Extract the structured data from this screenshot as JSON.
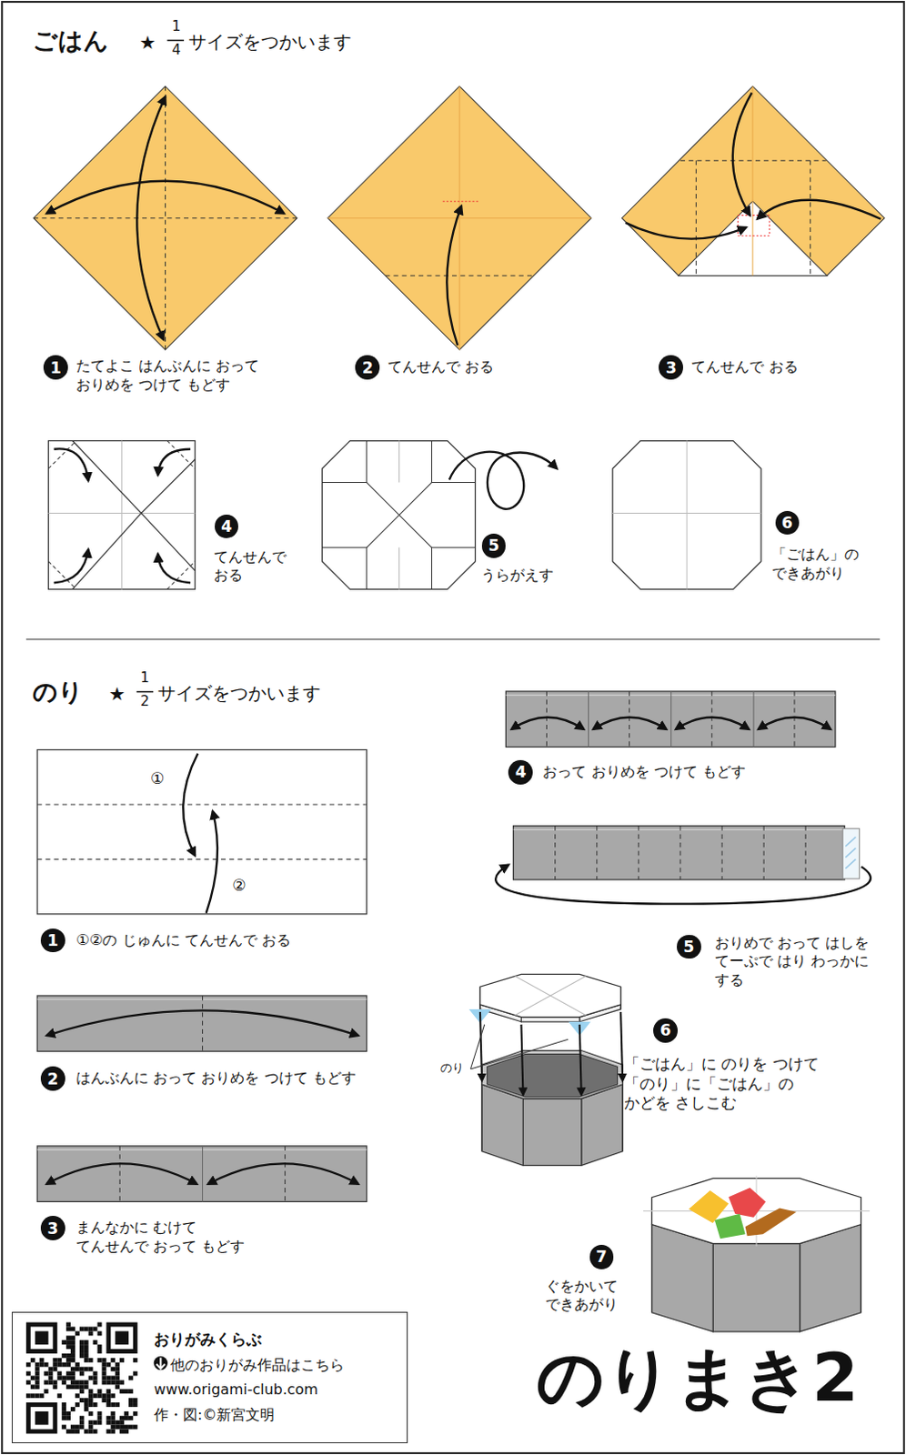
{
  "diagram": {
    "title": "のりまき2",
    "nodes": [
      {
        "text": [
          "おりがみくらぶ",
          "他のおりがみ作品はこちら",
          "www.origami-club.com",
          "作・図:©新宮文明"
        ]
      }
    ],
    "labels": [
      "ごはん",
      "★",
      "1",
      "4",
      "サイズをつかいます",
      "1",
      "たてよこ はんぶんに おって おりめを つけて もどす",
      "2",
      "てんせんで おる",
      "3",
      "てんせんで おる",
      "4",
      "てんせんで おる",
      "5",
      "うらがえす",
      "6",
      "「ごはん」の できあがり",
      "のり",
      "★",
      "1",
      "2",
      "サイズをつかいます",
      "①",
      "②",
      "1",
      "①②の じゅんに てんせんで おる",
      "2",
      "はんぶんに おって おりめを つけて もどす",
      "3",
      "まんなかに むけて てんせんで おって もどす",
      "4",
      "おって おりめを つけて もどす",
      "5",
      "おりめで おって はしを てーぷで はり わっかに する",
      "のり",
      "6",
      "「ごはん」に のりを つけて 「のり」に「ごはん」の かどを さしこむ",
      "7",
      "ぐをかいて できあがり"
    ]
  }
}
